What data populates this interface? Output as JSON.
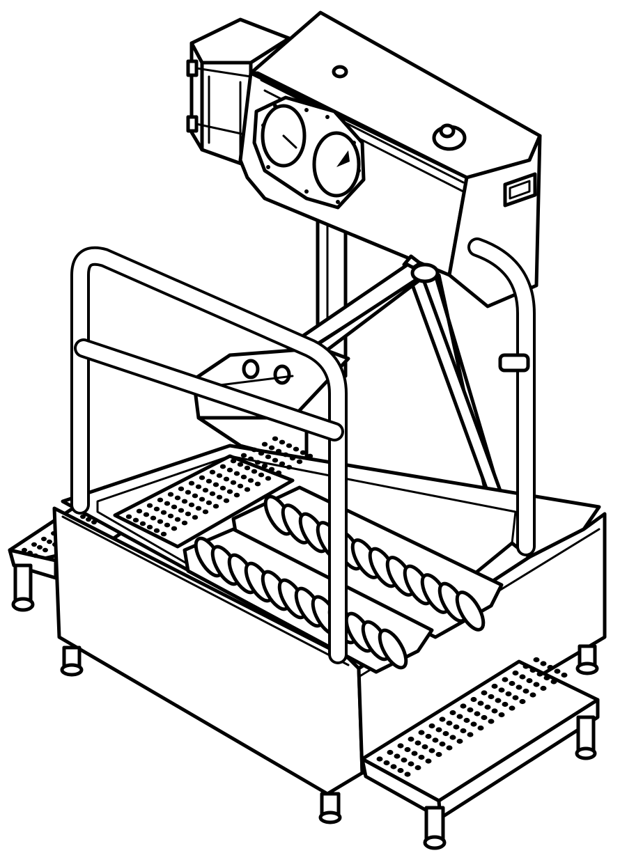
{
  "figure": {
    "subject": "boot-cleaning-machine",
    "style": "black line drawing on white background",
    "colors": {
      "line": "#000000",
      "background": "#ffffff"
    }
  },
  "parts": [
    {
      "id": "motor-box",
      "icon": "motor-housing"
    },
    {
      "id": "control-head",
      "icon": "cabinet"
    },
    {
      "id": "gauge-left",
      "icon": "gauge-dial"
    },
    {
      "id": "gauge-right",
      "icon": "gauge-dial"
    },
    {
      "id": "handrail",
      "icon": "tube-frame"
    },
    {
      "id": "cleaning-tub",
      "icon": "tub"
    },
    {
      "id": "sole-brush-front",
      "icon": "roller-brush"
    },
    {
      "id": "sole-brush-rear",
      "icon": "roller-brush"
    },
    {
      "id": "perforated-grate",
      "icon": "grate"
    },
    {
      "id": "step-left",
      "icon": "perforated-step"
    },
    {
      "id": "step-right",
      "icon": "perforated-step"
    }
  ]
}
